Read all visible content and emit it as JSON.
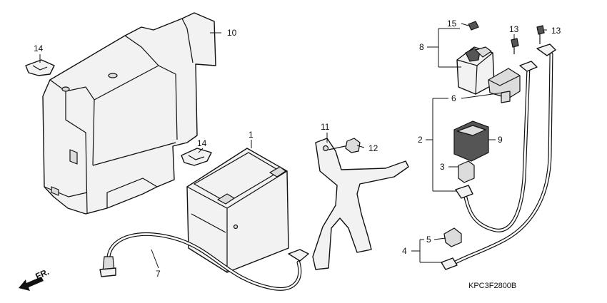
{
  "callouts": {
    "c1": "1",
    "c2": "2",
    "c3": "3",
    "c4": "4",
    "c5": "5",
    "c6": "6",
    "c7": "7",
    "c8": "8",
    "c9": "9",
    "c10": "10",
    "c11": "11",
    "c12": "12",
    "c13a": "13",
    "c13b": "13",
    "c14a": "14",
    "c14b": "14",
    "c15": "15"
  },
  "direction_label": "FR.",
  "diagram_code": "KPC3F2800B"
}
